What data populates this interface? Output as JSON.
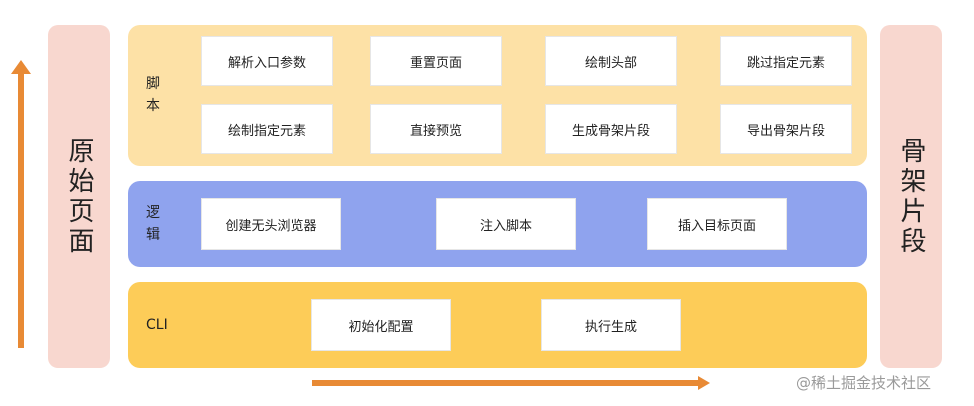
{
  "left_panel": {
    "label": "原始页面"
  },
  "right_panel": {
    "label": "骨架片段"
  },
  "layers": {
    "script": {
      "label": "脚本",
      "color": "#fde1a6",
      "items": [
        "解析入口参数",
        "重置页面",
        "绘制头部",
        "跳过指定元素",
        "绘制指定元素",
        "直接预览",
        "生成骨架片段",
        "导出骨架片段"
      ]
    },
    "logic": {
      "label": "逻辑",
      "color": "#8fa3ee",
      "items": [
        "创建无头浏览器",
        "注入脚本",
        "插入目标页面"
      ]
    },
    "cli": {
      "label": "CLI",
      "color": "#fdcc58",
      "items": [
        "初始化配置",
        "执行生成"
      ]
    }
  },
  "colors": {
    "arrow": "#e88a35",
    "side_panel": "#f8d7cf"
  },
  "watermark": "@稀土掘金技术社区"
}
